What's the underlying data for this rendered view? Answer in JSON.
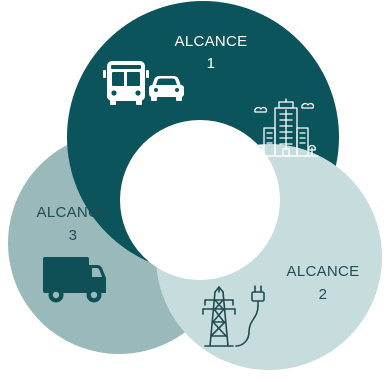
{
  "scopes": [
    {
      "title": "ALCANCE",
      "number": "1",
      "icons": [
        "bus-icon",
        "car-icon",
        "office-building-icon"
      ]
    },
    {
      "title": "ALCANCE",
      "number": "2",
      "icons": [
        "power-tower-icon",
        "power-plug-icon"
      ]
    },
    {
      "title": "ALCANCE",
      "number": "3",
      "icons": [
        "delivery-truck-icon"
      ]
    }
  ],
  "colors": {
    "scope1": "#0b545c",
    "scope2": "#c7dcdd",
    "scope3": "#9ab9ba",
    "label_light": "#ffffff",
    "label_dark": "#1e4d52",
    "icon_dark": "#0f4f56",
    "background": "#ffffff"
  }
}
